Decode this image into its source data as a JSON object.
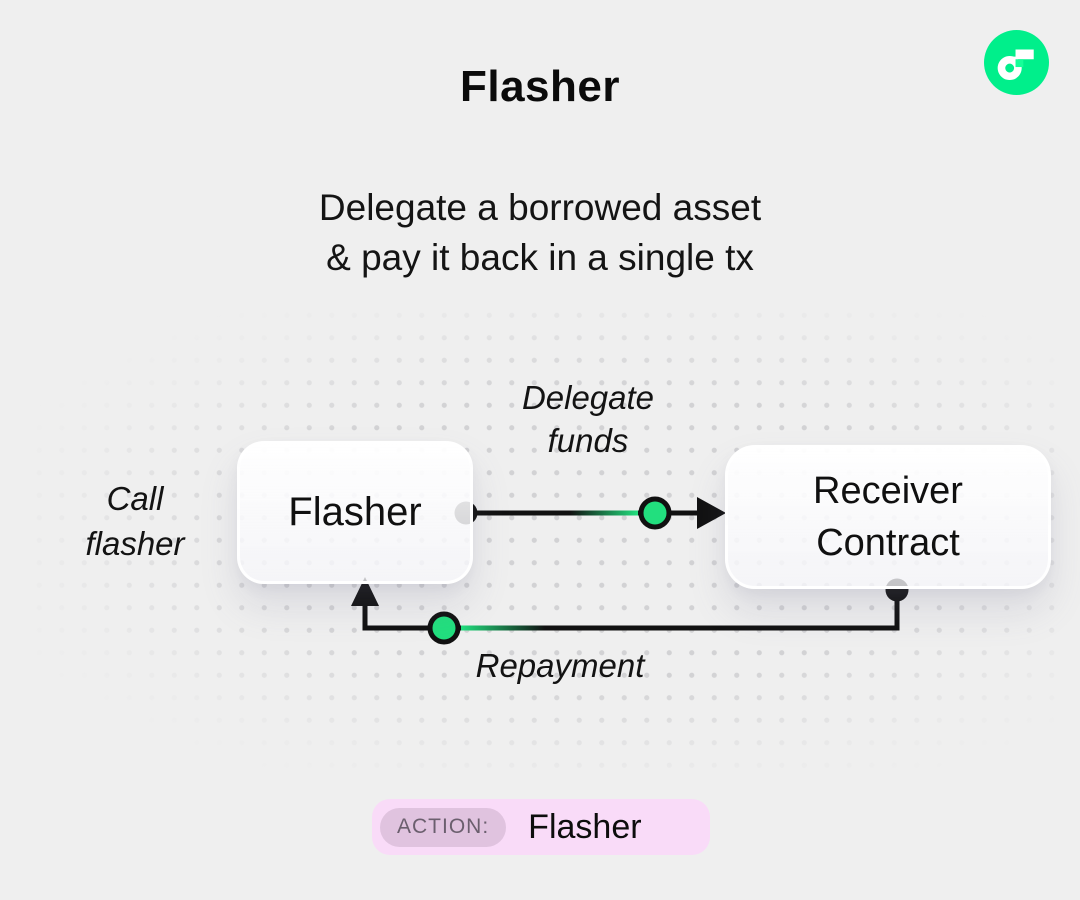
{
  "header": {
    "title": "Flasher",
    "subtitle_line1": "Delegate a borrowed asset",
    "subtitle_line2": "& pay it back in a single tx"
  },
  "logo": {
    "name": "flow-logo",
    "circle_color": "#00ef8b",
    "mark_color": "#ffffff",
    "accent_square_color": "#16ff99"
  },
  "diagram": {
    "flasher_label": "Flasher",
    "receiver_label_1": "Receiver",
    "receiver_label_2": "Contract",
    "delegate_label_1": "Delegate",
    "delegate_label_2": "funds",
    "repayment_label": "Repayment",
    "call_label_1": "Call",
    "call_label_2": "flasher",
    "line_color": "#111111",
    "connector_green": "#22df7e"
  },
  "footer": {
    "action_label": "ACTION:",
    "action_value": "Flasher",
    "pill_bg": "#f9dbf8",
    "tag_bg": "#e0c3df"
  },
  "page": {
    "background": "#efefef"
  }
}
